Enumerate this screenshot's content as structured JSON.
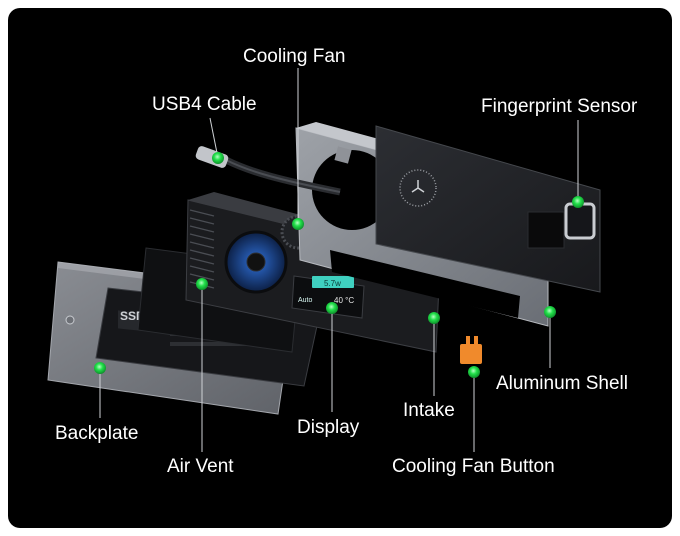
{
  "diagram": {
    "labels": {
      "cooling_fan": "Cooling Fan",
      "usb4_cable": "USB4 Cable",
      "fingerprint_sensor": "Fingerprint Sensor",
      "aluminum_shell": "Aluminum Shell",
      "intake": "Intake",
      "display": "Display",
      "backplate": "Backplate",
      "air_vent": "Air Vent",
      "cooling_fan_button": "Cooling Fan Button"
    },
    "part_text": {
      "ssd": "SSD",
      "display_top": "5.7w",
      "display_mode": "Auto",
      "display_temp": "40 °C"
    },
    "colors": {
      "background": "#000000",
      "marker": "#22e04a",
      "label_text": "#ffffff",
      "button_orange": "#f08a2c",
      "display_teal": "#3fd0c0"
    }
  }
}
